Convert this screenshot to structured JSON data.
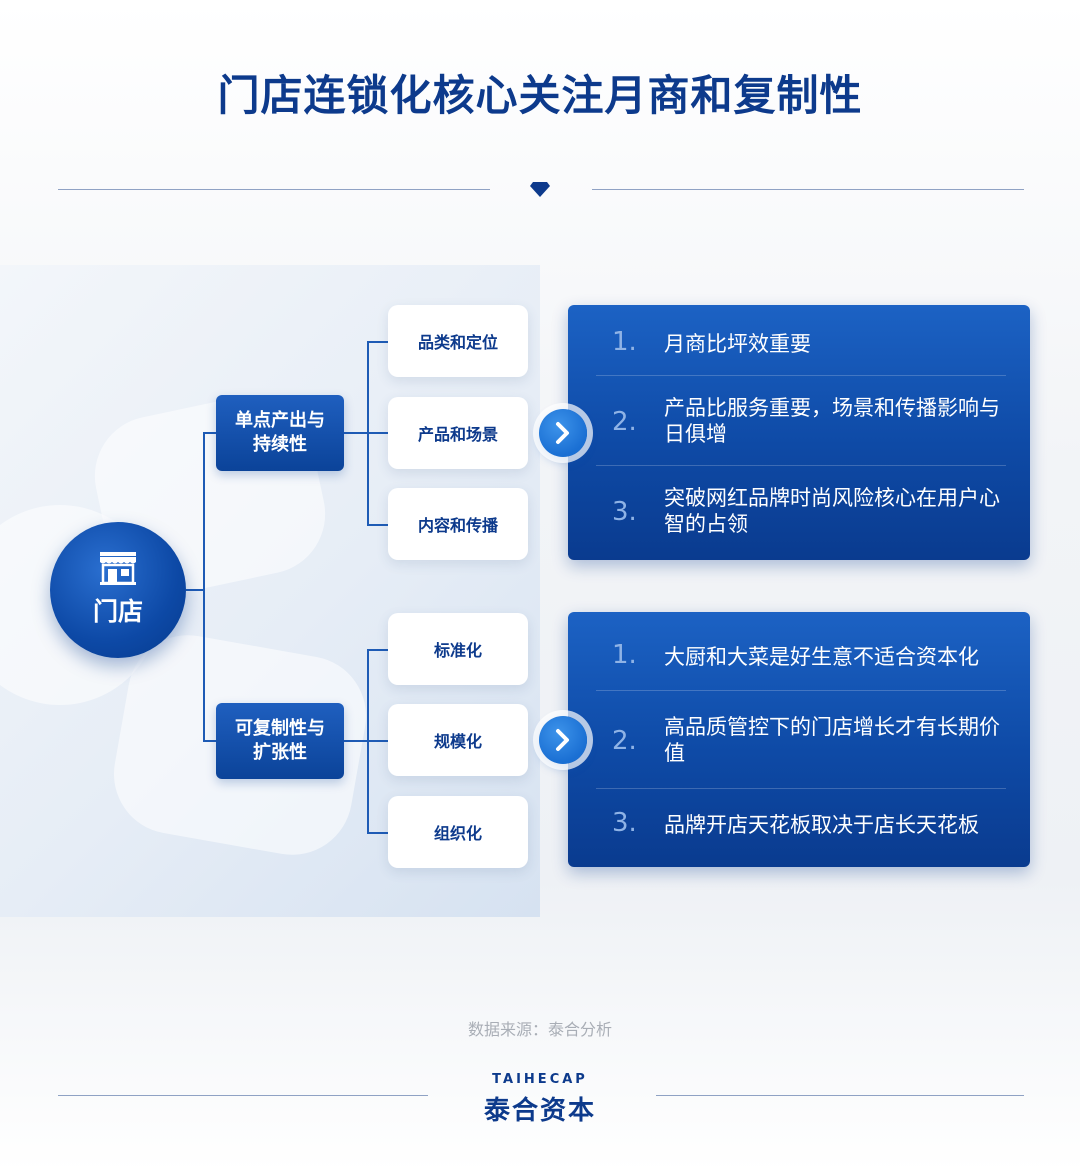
{
  "title": "门店连锁化核心关注月商和复制性",
  "hub": {
    "label": "门店",
    "icon": "storefront-icon"
  },
  "branches": [
    {
      "label_lines": [
        "单点产出与",
        "持续性"
      ],
      "leaves": [
        "品类和定位",
        "产品和场景",
        "内容和传播"
      ],
      "points": [
        {
          "num": "1.",
          "text": "月商比坪效重要"
        },
        {
          "num": "2.",
          "text": "产品比服务重要，场景和传播影响与日俱增"
        },
        {
          "num": "3.",
          "text": "突破网红品牌时尚风险核心在用户心智的占领"
        }
      ]
    },
    {
      "label_lines": [
        "可复制性与",
        "扩张性"
      ],
      "leaves": [
        "标准化",
        "规模化",
        "组织化"
      ],
      "points": [
        {
          "num": "1.",
          "text": "大厨和大菜是好生意不适合资本化"
        },
        {
          "num": "2.",
          "text": "高品质管控下的门店增长才有长期价值"
        },
        {
          "num": "3.",
          "text": "品牌开店天花板取决于店长天花板"
        }
      ]
    }
  ],
  "source": "数据来源：泰合分析",
  "brand": {
    "en": "TAIHECAP",
    "cn": "泰合资本"
  },
  "colors": {
    "primary": "#0d3a8c",
    "accent": "#1a6fd3",
    "line": "#1e5bb5"
  }
}
